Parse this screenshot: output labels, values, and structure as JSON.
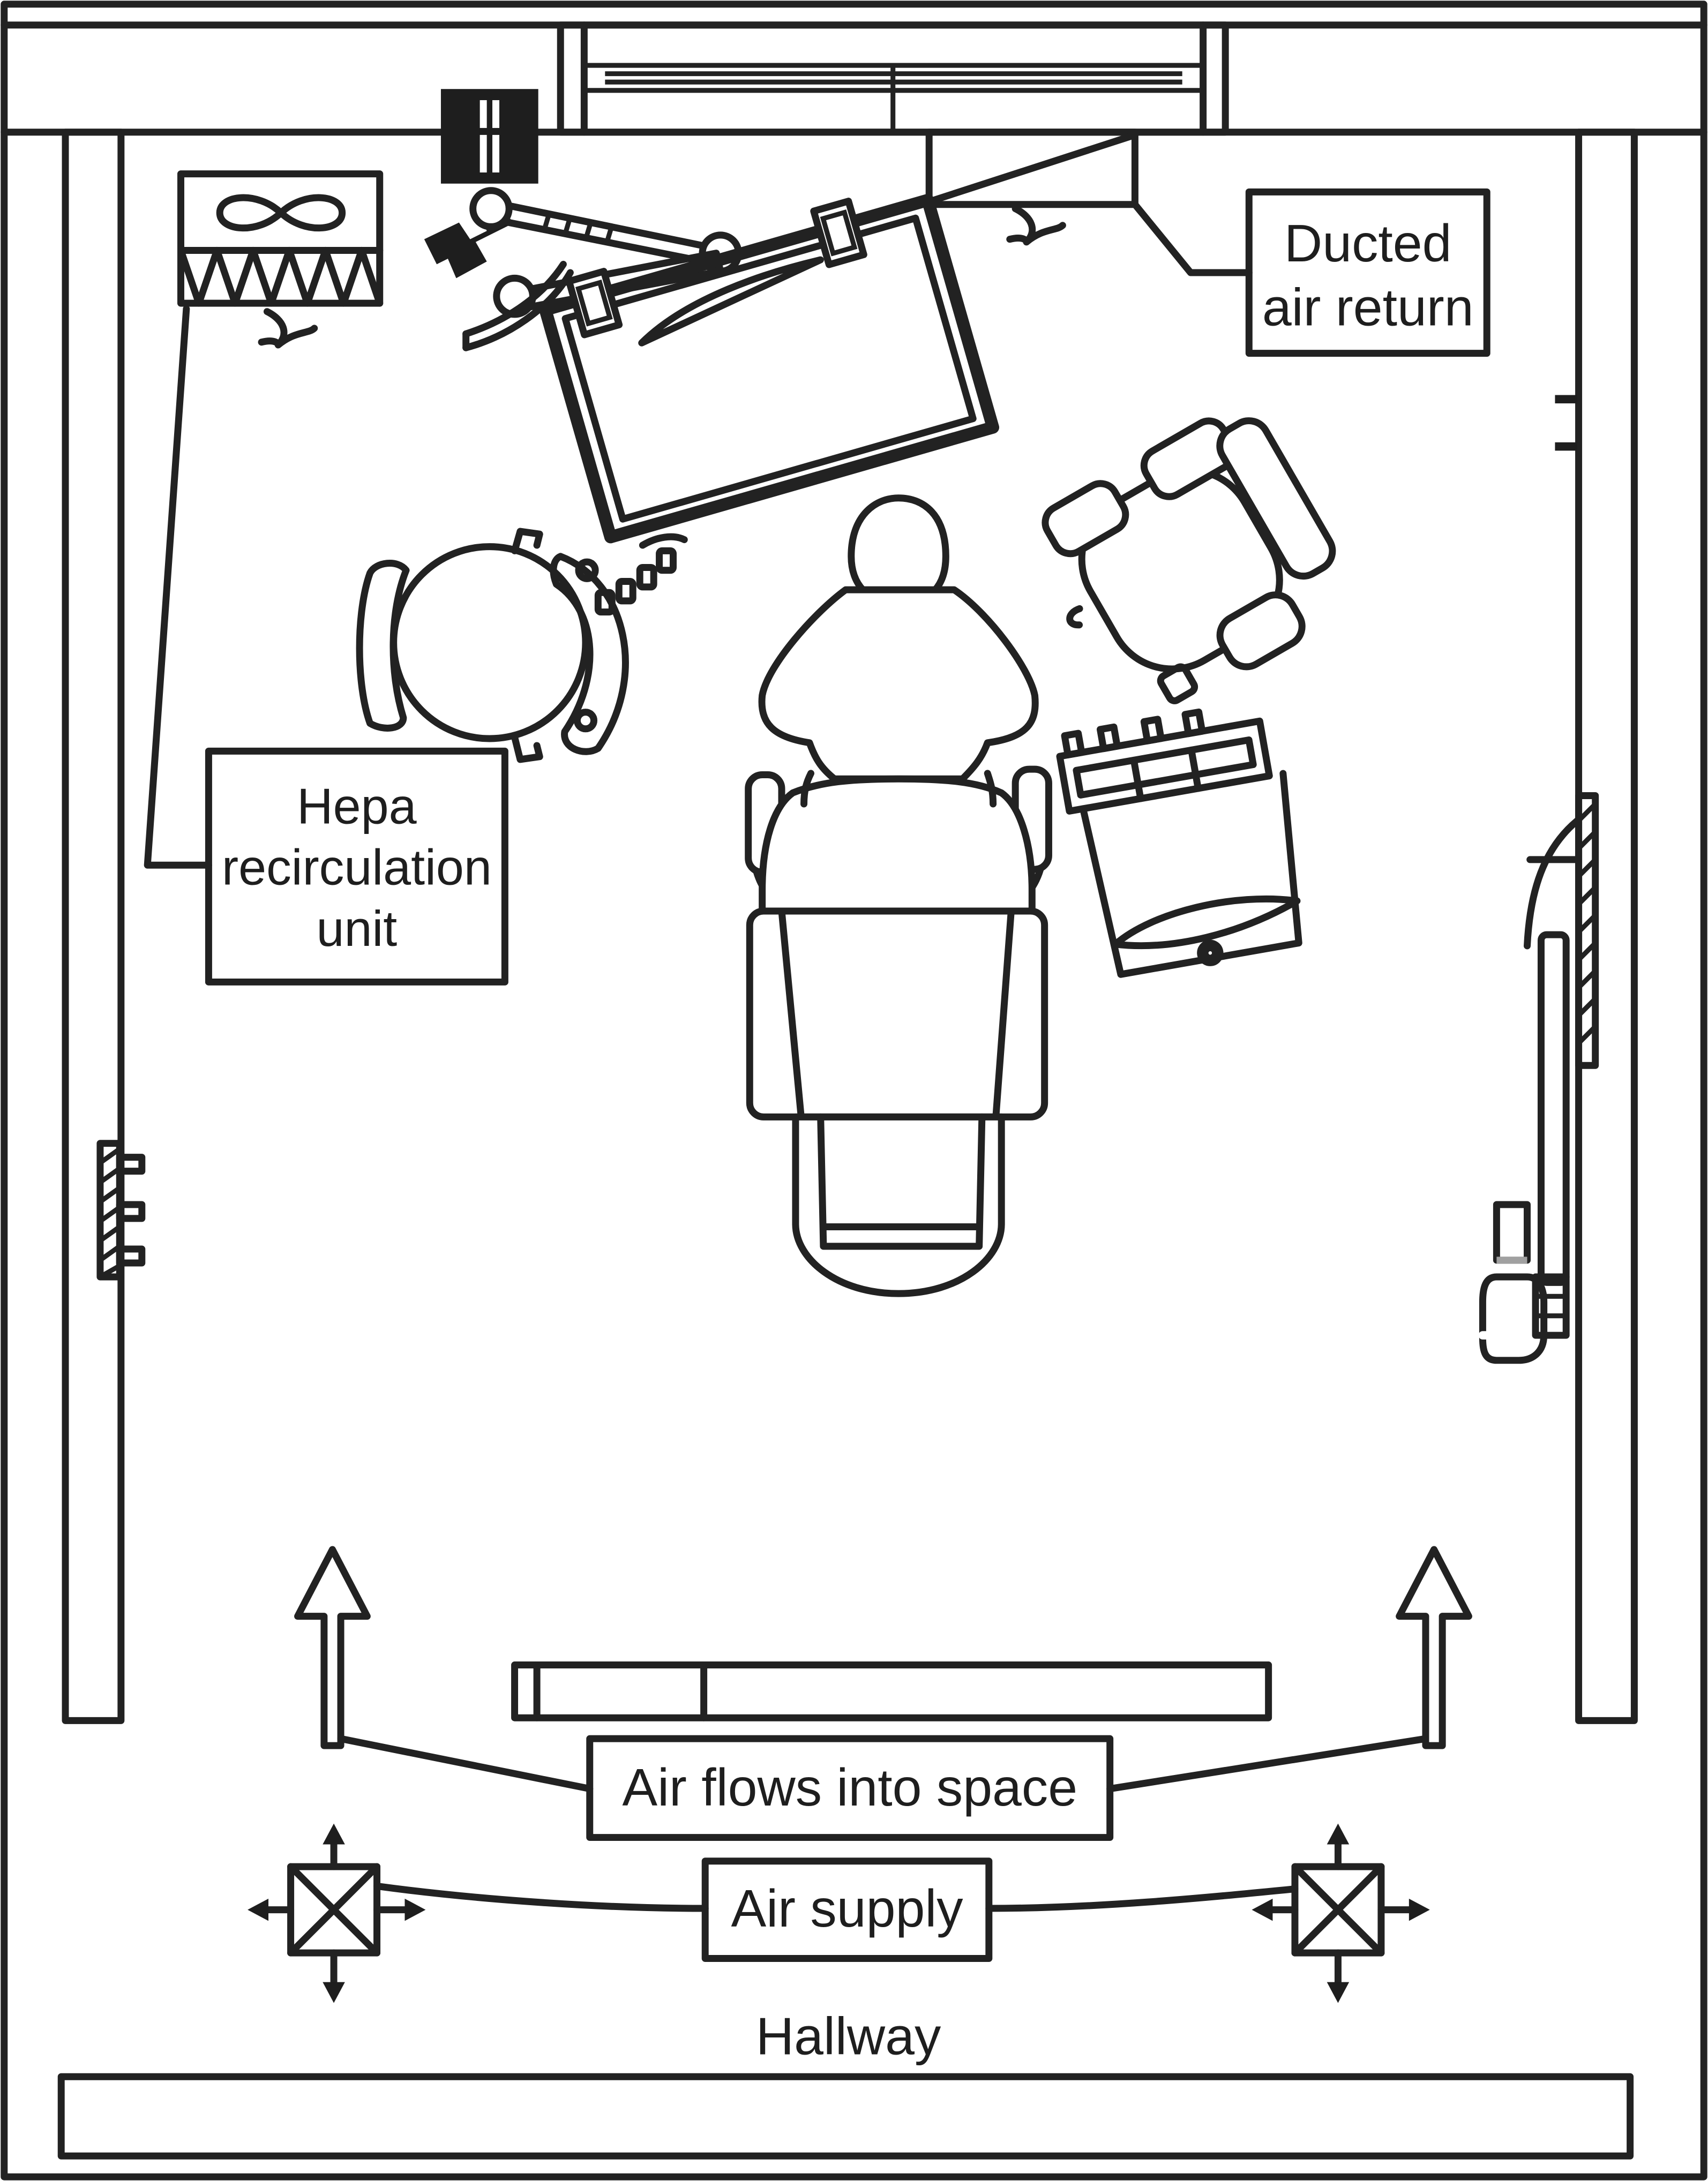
{
  "labels": {
    "ducted_return_line1": "Ducted",
    "ducted_return_line2": "air return",
    "hepa_line1": "Hepa",
    "hepa_line2": "recirculation",
    "hepa_line3": "unit",
    "air_flows": "Air flows into space",
    "air_supply": "Air supply",
    "hallway": "Hallway"
  },
  "colors": {
    "line": "#222222",
    "fill_dark": "#1e1e1e",
    "background": "#ffffff",
    "headrest_shade": "#a0a0a0"
  },
  "icons": [
    "fan-icon",
    "airflow-icon",
    "supply-diffuser-icon",
    "up-arrow-icon"
  ]
}
